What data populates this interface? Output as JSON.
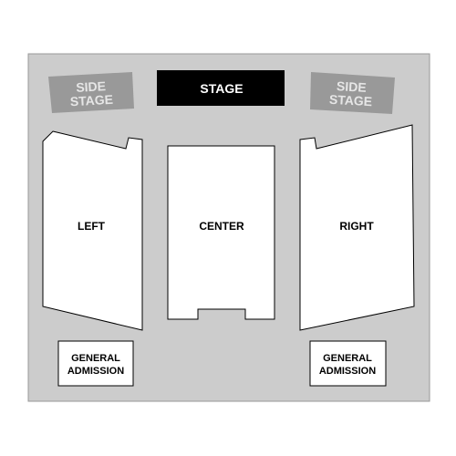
{
  "colors": {
    "venue_floor": "#cccccc",
    "venue_border": "#999999",
    "stage_fill": "#000000",
    "stage_text": "#ffffff",
    "side_stage_fill": "#999999",
    "side_stage_text": "#e6e6e6",
    "section_fill": "#ffffff",
    "section_stroke": "#000000",
    "section_text": "#000000"
  },
  "stage": {
    "label": "STAGE"
  },
  "side_stage_left": {
    "line1": "SIDE",
    "line2": "STAGE"
  },
  "side_stage_right": {
    "line1": "SIDE",
    "line2": "STAGE"
  },
  "sections": {
    "left": {
      "label": "LEFT"
    },
    "center": {
      "label": "CENTER"
    },
    "right": {
      "label": "RIGHT"
    },
    "ga_left": {
      "line1": "GENERAL",
      "line2": "ADMISSION"
    },
    "ga_right": {
      "line1": "GENERAL",
      "line2": "ADMISSION"
    }
  }
}
